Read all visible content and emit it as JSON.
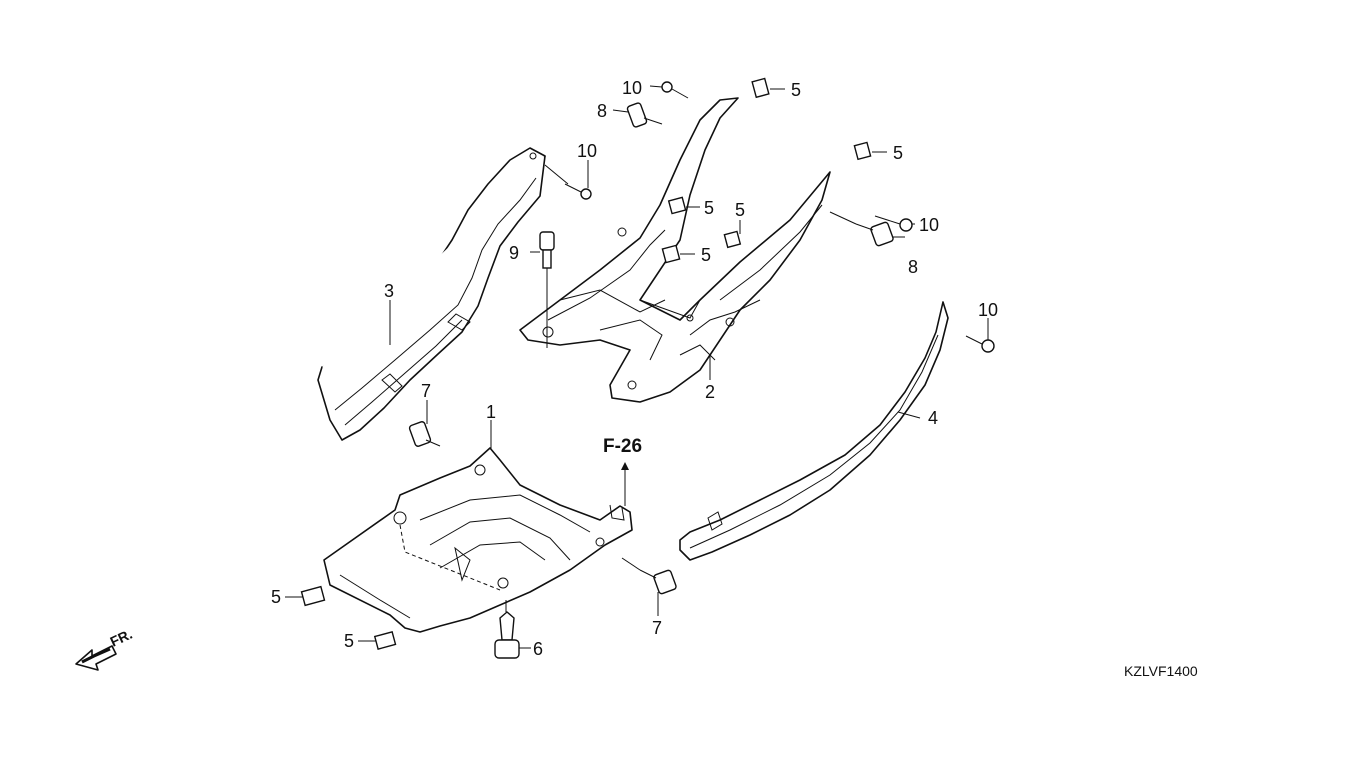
{
  "diagram": {
    "reference_label": "F-26",
    "drawing_code": "KZLVF1400",
    "front_label": "FR.",
    "callouts": [
      {
        "id": "c-10a",
        "text": "10"
      },
      {
        "id": "c-5a",
        "text": "5"
      },
      {
        "id": "c-8a",
        "text": "8"
      },
      {
        "id": "c-10b",
        "text": "10"
      },
      {
        "id": "c-5b",
        "text": "5"
      },
      {
        "id": "c-5c",
        "text": "5"
      },
      {
        "id": "c-5d",
        "text": "5"
      },
      {
        "id": "c-10c",
        "text": "10"
      },
      {
        "id": "c-9",
        "text": "9"
      },
      {
        "id": "c-5e",
        "text": "5"
      },
      {
        "id": "c-8b",
        "text": "8"
      },
      {
        "id": "c-3",
        "text": "3"
      },
      {
        "id": "c-10d",
        "text": "10"
      },
      {
        "id": "c-2",
        "text": "2"
      },
      {
        "id": "c-7a",
        "text": "7"
      },
      {
        "id": "c-1",
        "text": "1"
      },
      {
        "id": "c-4",
        "text": "4"
      },
      {
        "id": "c-5f",
        "text": "5"
      },
      {
        "id": "c-5g",
        "text": "5"
      },
      {
        "id": "c-6",
        "text": "6"
      },
      {
        "id": "c-7b",
        "text": "7"
      }
    ]
  }
}
